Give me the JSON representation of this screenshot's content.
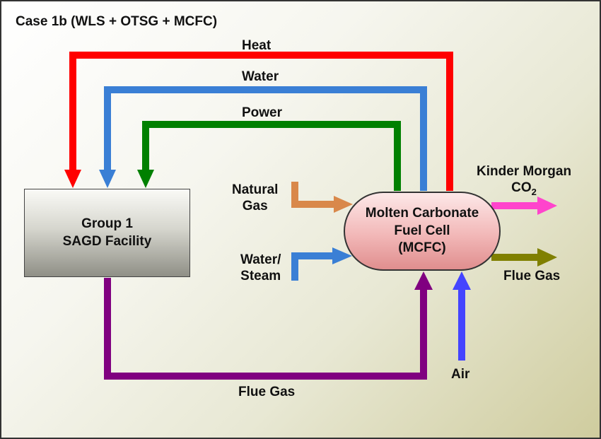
{
  "title": "Case 1b (WLS + OTSG + MCFC)",
  "streams": {
    "heat": "Heat",
    "water": "Water",
    "power": "Power",
    "natural_gas": [
      "Natural",
      "Gas"
    ],
    "water_steam": [
      "Water/",
      "Steam"
    ],
    "kinder_morgan": [
      "Kinder Morgan",
      "CO",
      "2"
    ],
    "flue_gas_out": "Flue Gas",
    "air": "Air",
    "flue_gas_bottom": "Flue Gas"
  },
  "nodes": {
    "sagd": [
      "Group 1",
      "SAGD Facility"
    ],
    "mcfc": [
      "Molten Carbonate",
      "Fuel Cell",
      "(MCFC)"
    ]
  },
  "colors": {
    "heat": "#ff0000",
    "water": "#3a7fd5",
    "power": "#008000",
    "natural_gas": "#d9884a",
    "water_steam": "#3a7fd5",
    "co2": "#ff44cc",
    "flue_gas": "#808000",
    "air": "#4444ff",
    "flue_gas_loop": "#800080"
  }
}
